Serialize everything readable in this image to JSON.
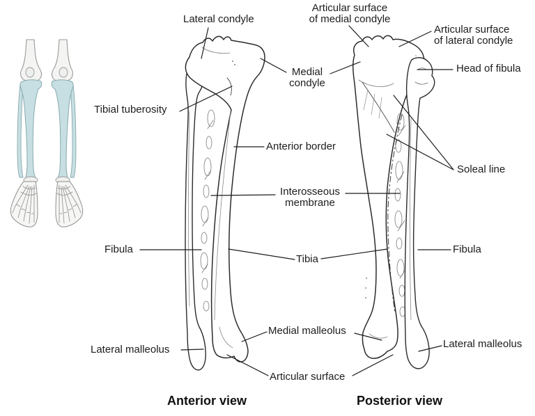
{
  "diagram": {
    "description": "Tibia and fibula bone anatomy diagram, anterior and posterior views, with a small locator inset of both lower legs",
    "captions": {
      "anterior": "Anterior view",
      "posterior": "Posterior view"
    },
    "labels": {
      "lateral_condyle": "Lateral condyle",
      "articular_surface_medial_condyle": "Articular surface\nof medial condyle",
      "articular_surface_lateral_condyle": "Articular surface\nof lateral condyle",
      "head_of_fibula": "Head of fibula",
      "medial_condyle": "Medial\ncondyle",
      "tibial_tuberosity": "Tibial tuberosity",
      "anterior_border": "Anterior border",
      "soleal_line": "Soleal line",
      "interosseous_membrane": "Interosseous\nmembrane",
      "fibula_left": "Fibula",
      "tibia": "Tibia",
      "fibula_right": "Fibula",
      "medial_malleolus": "Medial malleolus",
      "lateral_malleolus_left": "Lateral malleolus",
      "articular_surface": "Articular surface",
      "lateral_malleolus_right": "Lateral malleolus"
    },
    "colors": {
      "bone_highlight": "#c7dfe2",
      "line_art": "#2b2b2b",
      "leader_line": "#1c1c1c",
      "text": "#1c1c1c"
    }
  }
}
